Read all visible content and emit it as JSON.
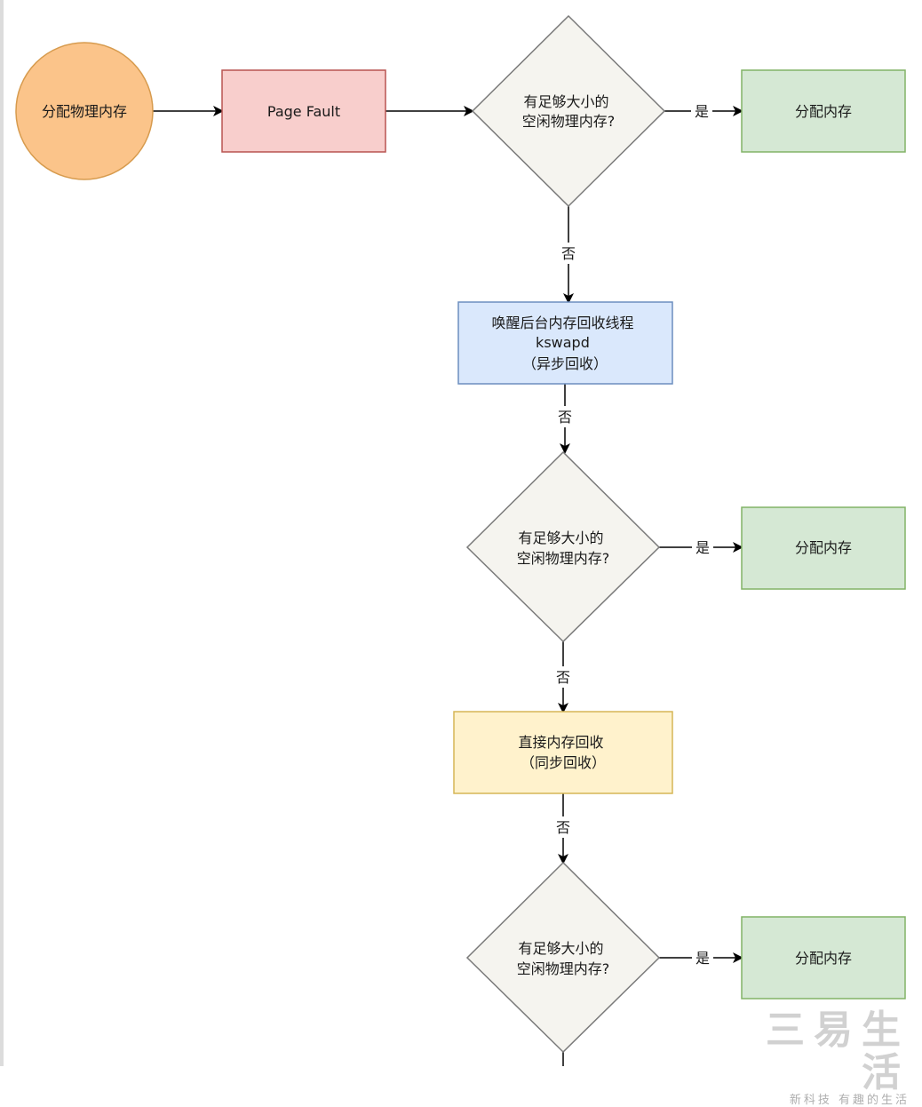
{
  "nodes": {
    "start": "分配物理内存",
    "page_fault": "Page Fault",
    "decision_1": [
      "有足够大小的",
      "空闲物理内存?"
    ],
    "alloc_1": "分配内存",
    "kswapd": [
      "唤醒后台内存回收线程",
      "kswapd",
      "（异步回收）"
    ],
    "decision_2": [
      "有足够大小的",
      "空闲物理内存?"
    ],
    "alloc_2": "分配内存",
    "direct_reclaim": [
      "直接内存回收",
      "（同步回收）"
    ],
    "decision_3": [
      "有足够大小的",
      "空闲物理内存?"
    ],
    "alloc_3": "分配内存"
  },
  "edges": {
    "yes": "是",
    "no": "否"
  },
  "watermark": {
    "main": "三易生活",
    "sub": "新科技 有趣的生活"
  },
  "colors": {
    "start_fill": "#fbc48a",
    "start_stroke": "#d79b4e",
    "page_fault_fill": "#f8cecc",
    "page_fault_stroke": "#b85450",
    "decision_fill": "#f5f4ef",
    "decision_stroke": "#7a7a7a",
    "alloc_fill": "#d5e8d4",
    "alloc_stroke": "#82b366",
    "kswapd_fill": "#dae8fc",
    "kswapd_stroke": "#6c8ebf",
    "reclaim_fill": "#fff2cc",
    "reclaim_stroke": "#d6b656"
  }
}
